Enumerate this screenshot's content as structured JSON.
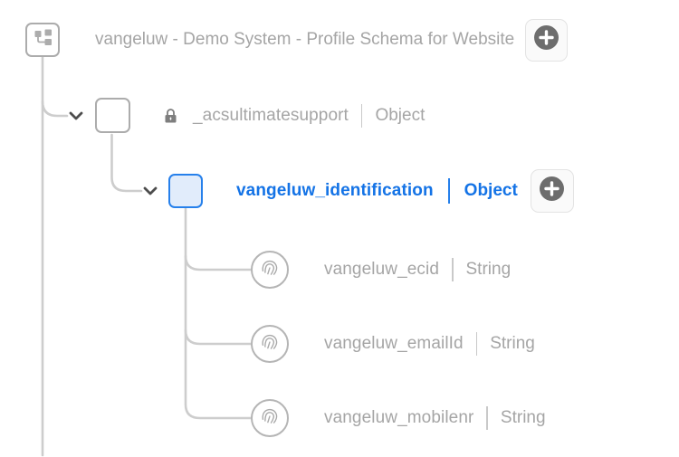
{
  "colors": {
    "accent_blue_text": "#1473E6",
    "selected_node_border": "#2680EB",
    "selected_node_fill": "#E1ECFB",
    "muted_text": "#A5A5A5",
    "connector_line": "#CDCDCD",
    "add_button_circle": "#6D6D6D"
  },
  "schema_tree": {
    "root": {
      "title": "vangeluw - Demo System - Profile Schema for Website",
      "icon": "schema-icon",
      "add_button_icon": "add-icon"
    },
    "nodes": [
      {
        "name": "_acsultimatesupport",
        "type": "Object",
        "state": "expanded",
        "locked": true,
        "icons": [
          "chevron-down-icon",
          "lock-icon"
        ]
      },
      {
        "name": "vangeluw_identification",
        "type": "Object",
        "state": "expanded-selected",
        "icons": [
          "chevron-down-icon",
          "add-icon"
        ]
      },
      {
        "name": "vangeluw_ecid",
        "type": "String",
        "state": "leaf",
        "icons": [
          "fingerprint-icon"
        ]
      },
      {
        "name": "vangeluw_emailId",
        "type": "String",
        "state": "leaf",
        "icons": [
          "fingerprint-icon"
        ]
      },
      {
        "name": "vangeluw_mobilenr",
        "type": "String",
        "state": "leaf",
        "icons": [
          "fingerprint-icon"
        ]
      }
    ]
  }
}
